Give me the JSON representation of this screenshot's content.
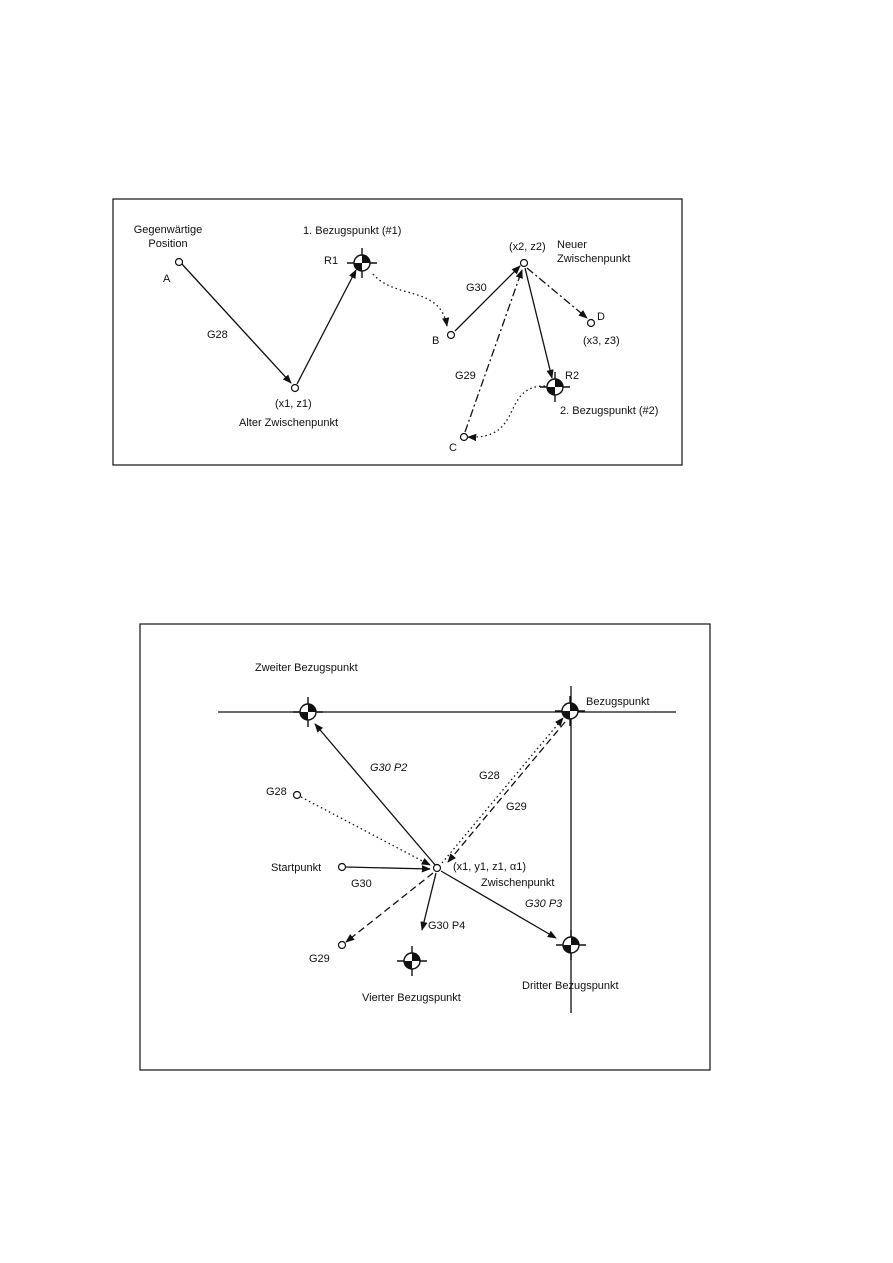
{
  "fig1": {
    "current_position": [
      "Gegenwärtige",
      "Position"
    ],
    "point_a": "A",
    "g28": "G28",
    "old_intermediate_coords": "(x1, z1)",
    "old_intermediate_label": "Alter Zwischenpunkt",
    "ref1_label": "1. Bezugspunkt (#1)",
    "r1": "R1",
    "point_b": "B",
    "g30": "G30",
    "new_intermediate_coords": "(x2, z2)",
    "new_intermediate_label": [
      "Neuer",
      "Zwischenpunkt"
    ],
    "point_d": "D",
    "d_coords": "(x3, z3)",
    "g29": "G29",
    "r2": "R2",
    "ref2_label": "2. Bezugspunkt (#2)",
    "point_c": "C"
  },
  "fig2": {
    "second_ref": "Zweiter Bezugspunkt",
    "ref": "Bezugspunkt",
    "g30p2": "G30 P2",
    "g28_right": "G28",
    "g29_right": "G29",
    "g28_left": "G28",
    "start": "Startpunkt",
    "g30": "G30",
    "intermediate_coords": "(x1, y1, z1, α1)",
    "intermediate_label": "Zwischenpunkt",
    "g30p3": "G30 P3",
    "g30p4": "G30 P4",
    "g29_left": "G29",
    "fourth_ref": "Vierter Bezugspunkt",
    "third_ref": "Dritter Bezugspunkt"
  }
}
